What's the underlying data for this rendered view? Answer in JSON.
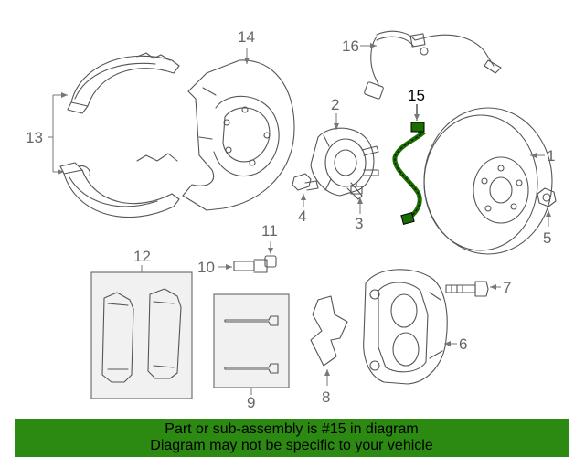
{
  "callouts": {
    "c1": "1",
    "c2": "2",
    "c3": "3",
    "c4": "4",
    "c5": "5",
    "c6": "6",
    "c7": "7",
    "c8": "8",
    "c9": "9",
    "c10": "10",
    "c11": "11",
    "c12": "12",
    "c13": "13",
    "c14": "14",
    "c15": "15",
    "c16": "16"
  },
  "highlighted_part": "15",
  "colors": {
    "highlight": "#1a6e00",
    "banner": "#2c8a12",
    "parts": "#555555",
    "labels": "#666666"
  },
  "banner": {
    "line1": "Part or sub-assembly is #15 in diagram",
    "line2": "Diagram may not be specific to your vehicle"
  }
}
